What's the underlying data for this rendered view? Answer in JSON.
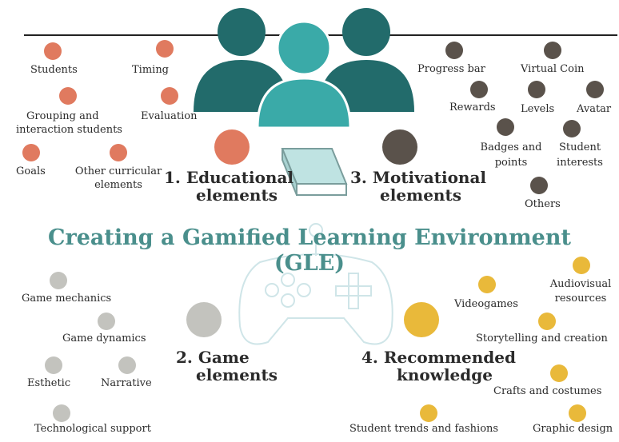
{
  "title": {
    "line1": "Creating a Gamified Learning Environment",
    "line2": "(GLE)"
  },
  "colors": {
    "educational": "#e07a5f",
    "motivational": "#5a524b",
    "game": "#c3c3be",
    "knowledge": "#e9b93a",
    "title": "#4a8f8c"
  },
  "icons": [
    "people-group-icon",
    "book-icon",
    "gamepad-icon"
  ],
  "sections": {
    "educational": {
      "heading": [
        "1. Educational",
        "elements"
      ],
      "items": [
        "Students",
        "Timing",
        "Grouping and",
        "interaction students",
        "Evaluation",
        "Goals",
        "Other curricular",
        "elements"
      ]
    },
    "motivational": {
      "heading": [
        "3. Motivational",
        "elements"
      ],
      "items": [
        "Progress bar",
        "Virtual Coin",
        "Rewards",
        "Levels",
        "Avatar",
        "Badges and",
        "points",
        "Student",
        "interests",
        "Others"
      ]
    },
    "game": {
      "heading": [
        "2. Game",
        "elements"
      ],
      "items": [
        "Game mechanics",
        "Game dynamics",
        "Esthetic",
        "Narrative",
        "Technological support"
      ]
    },
    "knowledge": {
      "heading": [
        "4. Recommended",
        "knowledge"
      ],
      "items": [
        "Videogames",
        "Audiovisual",
        "resources",
        "Storytelling and creation",
        "Crafts and costumes",
        "Student trends and fashions",
        "Graphic design"
      ]
    }
  }
}
